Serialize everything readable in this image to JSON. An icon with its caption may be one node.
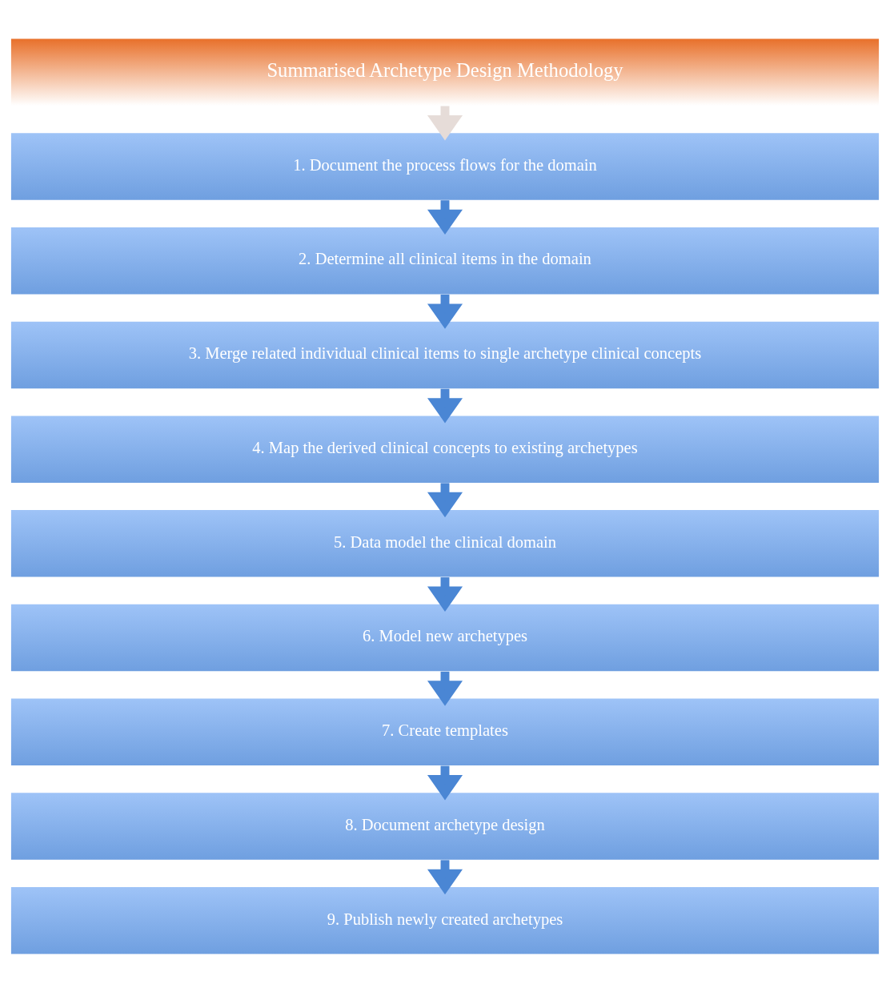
{
  "diagram": {
    "nodes": [
      {
        "text": [
          "Summarised Archetype Design Methodology"
        ]
      },
      {
        "text": [
          "1. Document the process flows for the domain"
        ]
      },
      {
        "text": [
          "2. Determine all clinical items in the domain"
        ]
      },
      {
        "text": [
          "3. Merge related individual clinical items to single archetype clinical concepts"
        ]
      },
      {
        "text": [
          "4. Map the derived clinical concepts to existing archetypes"
        ]
      },
      {
        "text": [
          "5. Data model the clinical domain"
        ]
      },
      {
        "text": [
          "6. Model new archetypes"
        ]
      },
      {
        "text": [
          "7. Create templates"
        ]
      },
      {
        "text": [
          "8. Document archetype design"
        ]
      },
      {
        "text": [
          "9. Publish newly created archetypes"
        ]
      }
    ],
    "edges": [
      {
        "from": 0,
        "to": 1,
        "arrow": "to",
        "color": "#e6dcd8"
      },
      {
        "from": 1,
        "to": 2,
        "arrow": "to"
      },
      {
        "from": 2,
        "to": 3,
        "arrow": "to"
      },
      {
        "from": 3,
        "to": 4,
        "arrow": "to"
      },
      {
        "from": 4,
        "to": 5,
        "arrow": "to"
      },
      {
        "from": 5,
        "to": 6,
        "arrow": "to"
      },
      {
        "from": 6,
        "to": 7,
        "arrow": "to"
      },
      {
        "from": 7,
        "to": 8,
        "arrow": "to"
      },
      {
        "from": 8,
        "to": 9,
        "arrow": "to"
      }
    ]
  }
}
